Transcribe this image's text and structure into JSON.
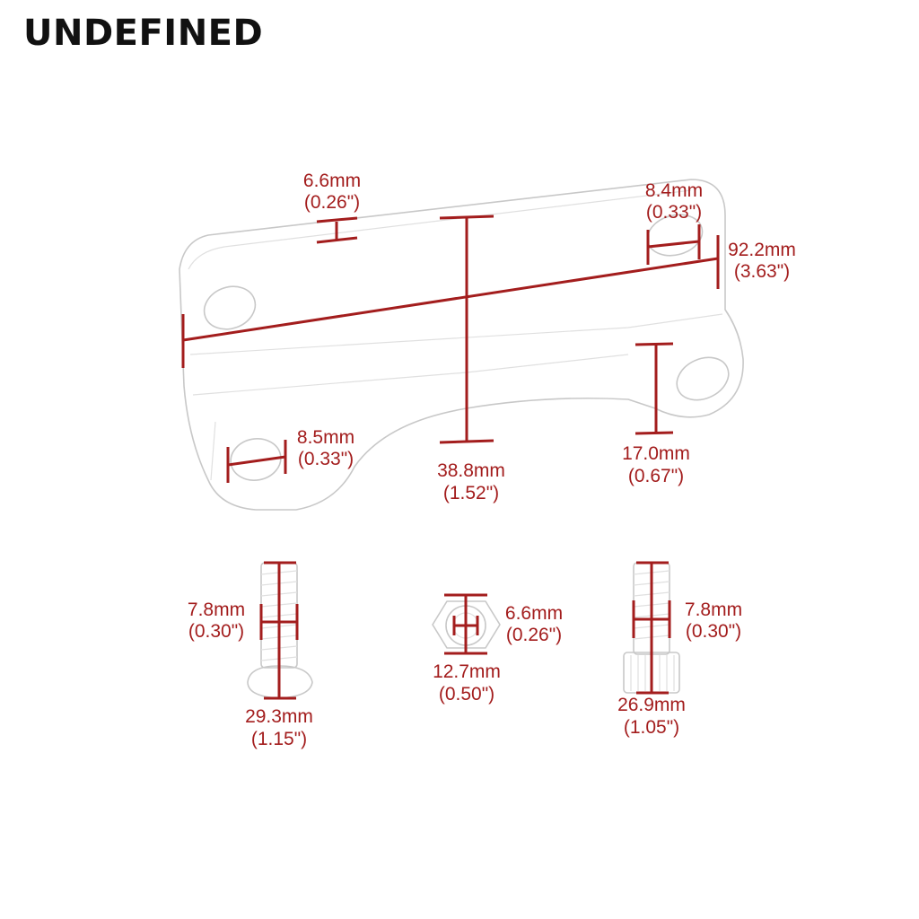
{
  "brand": {
    "name": "UNDEFINED"
  },
  "colors": {
    "dimension": "#a31d1d",
    "outline": "#c8c8c8",
    "brand_text": "#111111"
  },
  "dimensions": {
    "riser_hole_left": {
      "mm": "6.6mm",
      "inch": "(0.26\")"
    },
    "riser_hole_right": {
      "mm": "8.4mm",
      "inch": "(0.33\")"
    },
    "riser_length": {
      "mm": "92.2mm",
      "inch": "(3.63\")"
    },
    "riser_bottom_hole": {
      "mm": "8.5mm",
      "inch": "(0.33\")"
    },
    "riser_height": {
      "mm": "38.8mm",
      "inch": "(1.52\")"
    },
    "riser_thickness": {
      "mm": "17.0mm",
      "inch": "(0.67\")"
    },
    "button_bolt_diameter": {
      "mm": "7.8mm",
      "inch": "(0.30\")"
    },
    "button_bolt_length": {
      "mm": "29.3mm",
      "inch": "(1.15\")"
    },
    "nut_height": {
      "mm": "6.6mm",
      "inch": "(0.26\")"
    },
    "nut_width": {
      "mm": "12.7mm",
      "inch": "(0.50\")"
    },
    "socket_bolt_diameter": {
      "mm": "7.8mm",
      "inch": "(0.30\")"
    },
    "socket_bolt_length": {
      "mm": "26.9mm",
      "inch": "(1.05\")"
    }
  }
}
